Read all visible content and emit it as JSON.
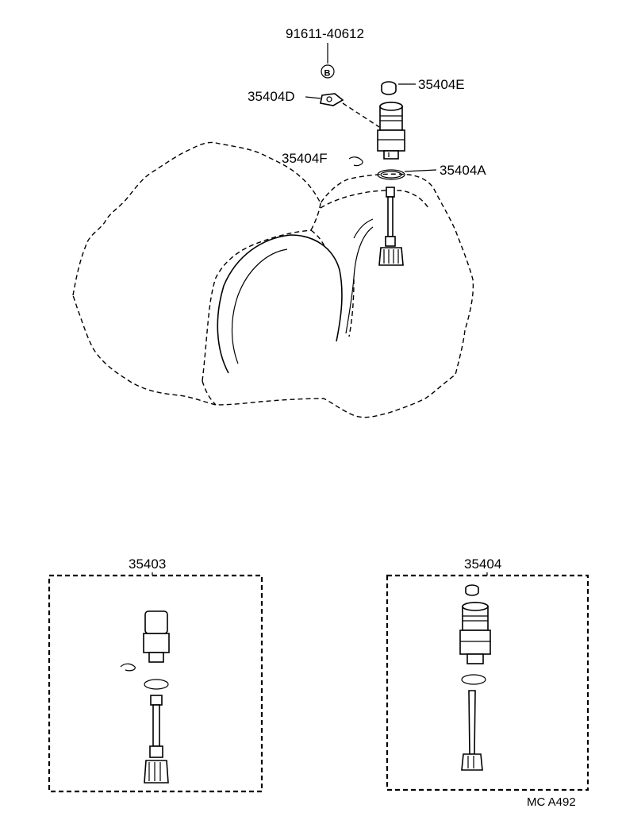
{
  "diagram": {
    "labels": {
      "bolt": "91611-40612",
      "bolt_marker": "B",
      "cap": "35404E",
      "plate": "35404D",
      "clip": "35404F",
      "o_ring": "35404A",
      "box_left": "35403",
      "box_right": "35404",
      "drawing_code": "MC A492"
    }
  }
}
